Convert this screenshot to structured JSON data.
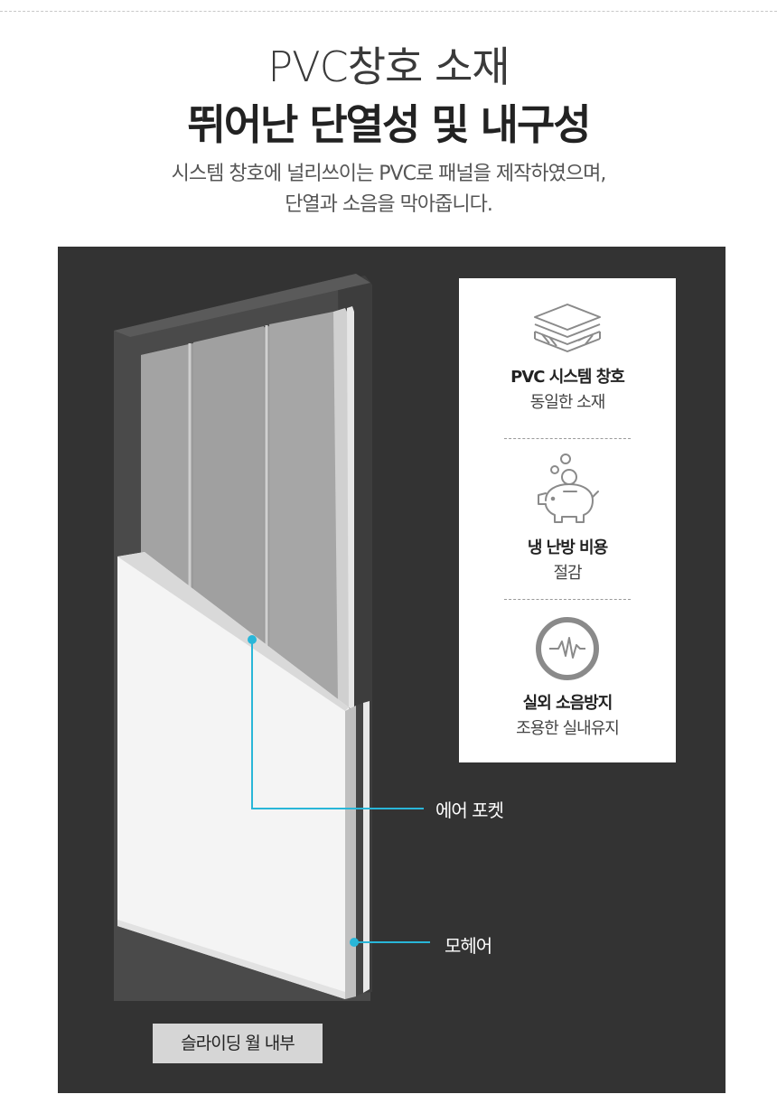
{
  "header": {
    "title_light": "PVC창호 소재",
    "title_bold": "뛰어난 단열성 및 내구성",
    "description_line1": "시스템 창호에 널리쓰이는 PVC로 패널을 제작하였으며,",
    "description_line2": "단열과 소음을 막아줍니다."
  },
  "features": [
    {
      "icon": "layers-icon",
      "title": "PVC 시스템 창호",
      "subtitle": "동일한 소재"
    },
    {
      "icon": "piggy-bank-icon",
      "title": "냉 난방 비용",
      "subtitle": "절감"
    },
    {
      "icon": "sound-wave-icon",
      "title": "실외 소음방지",
      "subtitle": "조용한 실내유지"
    }
  ],
  "callouts": {
    "air_pocket": "에어 포켓",
    "mohair": "모헤어"
  },
  "caption": "슬라이딩 월 내부",
  "colors": {
    "panel_bg": "#333333",
    "accent": "#29b6d8",
    "caption_bg": "#d6d6d6"
  }
}
